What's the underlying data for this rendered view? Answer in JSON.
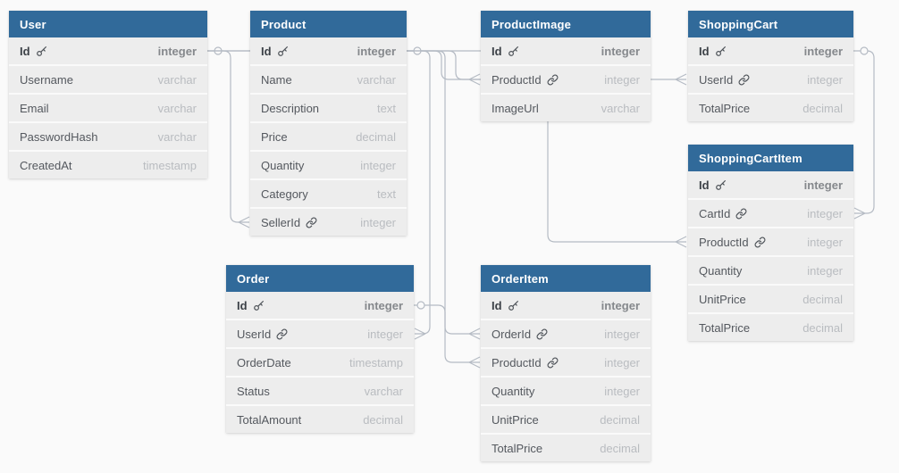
{
  "diagram": {
    "kind": "entity-relationship-diagram",
    "colors": {
      "table_header": "#316a9a",
      "row_background": "#ededed",
      "canvas_background": "#fafafa",
      "relationship_line": "#b5bbc4",
      "field_name_text": "#54585e",
      "field_type_text": "#b9bcc0",
      "header_text": "#ffffff"
    }
  },
  "tables": [
    {
      "name": "User",
      "fields": [
        {
          "name": "Id",
          "type": "integer",
          "pk": true
        },
        {
          "name": "Username",
          "type": "varchar"
        },
        {
          "name": "Email",
          "type": "varchar"
        },
        {
          "name": "PasswordHash",
          "type": "varchar"
        },
        {
          "name": "CreatedAt",
          "type": "timestamp"
        }
      ]
    },
    {
      "name": "Product",
      "fields": [
        {
          "name": "Id",
          "type": "integer",
          "pk": true
        },
        {
          "name": "Name",
          "type": "varchar"
        },
        {
          "name": "Description",
          "type": "text"
        },
        {
          "name": "Price",
          "type": "decimal"
        },
        {
          "name": "Quantity",
          "type": "integer"
        },
        {
          "name": "Category",
          "type": "text"
        },
        {
          "name": "SellerId",
          "type": "integer",
          "fk": true
        }
      ]
    },
    {
      "name": "ProductImage",
      "fields": [
        {
          "name": "Id",
          "type": "integer",
          "pk": true
        },
        {
          "name": "ProductId",
          "type": "integer",
          "fk": true
        },
        {
          "name": "ImageUrl",
          "type": "varchar"
        }
      ]
    },
    {
      "name": "ShoppingCart",
      "fields": [
        {
          "name": "Id",
          "type": "integer",
          "pk": true
        },
        {
          "name": "UserId",
          "type": "integer",
          "fk": true
        },
        {
          "name": "TotalPrice",
          "type": "decimal"
        }
      ]
    },
    {
      "name": "ShoppingCartItem",
      "fields": [
        {
          "name": "Id",
          "type": "integer",
          "pk": true
        },
        {
          "name": "CartId",
          "type": "integer",
          "fk": true
        },
        {
          "name": "ProductId",
          "type": "integer",
          "fk": true
        },
        {
          "name": "Quantity",
          "type": "integer"
        },
        {
          "name": "UnitPrice",
          "type": "decimal"
        },
        {
          "name": "TotalPrice",
          "type": "decimal"
        }
      ]
    },
    {
      "name": "Order",
      "fields": [
        {
          "name": "Id",
          "type": "integer",
          "pk": true
        },
        {
          "name": "UserId",
          "type": "integer",
          "fk": true
        },
        {
          "name": "OrderDate",
          "type": "timestamp"
        },
        {
          "name": "Status",
          "type": "varchar"
        },
        {
          "name": "TotalAmount",
          "type": "decimal"
        }
      ]
    },
    {
      "name": "OrderItem",
      "fields": [
        {
          "name": "Id",
          "type": "integer",
          "pk": true
        },
        {
          "name": "OrderId",
          "type": "integer",
          "fk": true
        },
        {
          "name": "ProductId",
          "type": "integer",
          "fk": true
        },
        {
          "name": "Quantity",
          "type": "integer"
        },
        {
          "name": "UnitPrice",
          "type": "decimal"
        },
        {
          "name": "TotalPrice",
          "type": "decimal"
        }
      ]
    }
  ],
  "relationships": [
    {
      "from": "User.Id",
      "to": "Product.SellerId",
      "cardinality": "one-to-many"
    },
    {
      "from": "User.Id",
      "to": "Order.UserId",
      "cardinality": "one-to-many"
    },
    {
      "from": "User.Id",
      "to": "ShoppingCart.UserId",
      "cardinality": "one-to-many"
    },
    {
      "from": "Product.Id",
      "to": "ProductImage.ProductId",
      "cardinality": "one-to-many"
    },
    {
      "from": "Product.Id",
      "to": "OrderItem.ProductId",
      "cardinality": "one-to-many"
    },
    {
      "from": "Product.Id",
      "to": "ShoppingCartItem.ProductId",
      "cardinality": "one-to-many"
    },
    {
      "from": "Order.Id",
      "to": "OrderItem.OrderId",
      "cardinality": "one-to-many"
    },
    {
      "from": "ShoppingCart.Id",
      "to": "ShoppingCartItem.CartId",
      "cardinality": "one-to-many"
    }
  ]
}
